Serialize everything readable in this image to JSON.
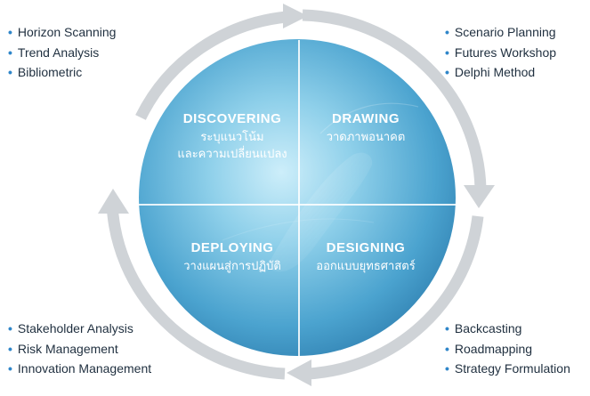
{
  "colors": {
    "ring": "#cfd3d7",
    "circle_light": "#8fd0ea",
    "circle_dark": "#2f7fb0",
    "bullet": "#2f86c9",
    "text": "#1f2f3f",
    "quadrant_text": "#ffffff"
  },
  "lists": {
    "top_left": [
      "Horizon Scanning",
      "Trend Analysis",
      "Bibliometric"
    ],
    "top_right": [
      "Scenario Planning",
      "Futures Workshop",
      "Delphi Method"
    ],
    "bottom_left": [
      "Stakeholder Analysis",
      "Risk Management",
      "Innovation Management"
    ],
    "bottom_right": [
      "Backcasting",
      "Roadmapping",
      "Strategy Formulation"
    ]
  },
  "quadrants": {
    "top_left": {
      "title": "DISCOVERING",
      "subtitle_1": "ระบุแนวโน้ม",
      "subtitle_2": "และความเปลี่ยนแปลง"
    },
    "top_right": {
      "title": "DRAWING",
      "subtitle_1": "วาดภาพอนาคต"
    },
    "bottom_left": {
      "title": "DEPLOYING",
      "subtitle_1": "วางแผนสู่การปฏิบัติ"
    },
    "bottom_right": {
      "title": "DESIGNING",
      "subtitle_1": "ออกแบบยุทธศาสตร์"
    }
  }
}
